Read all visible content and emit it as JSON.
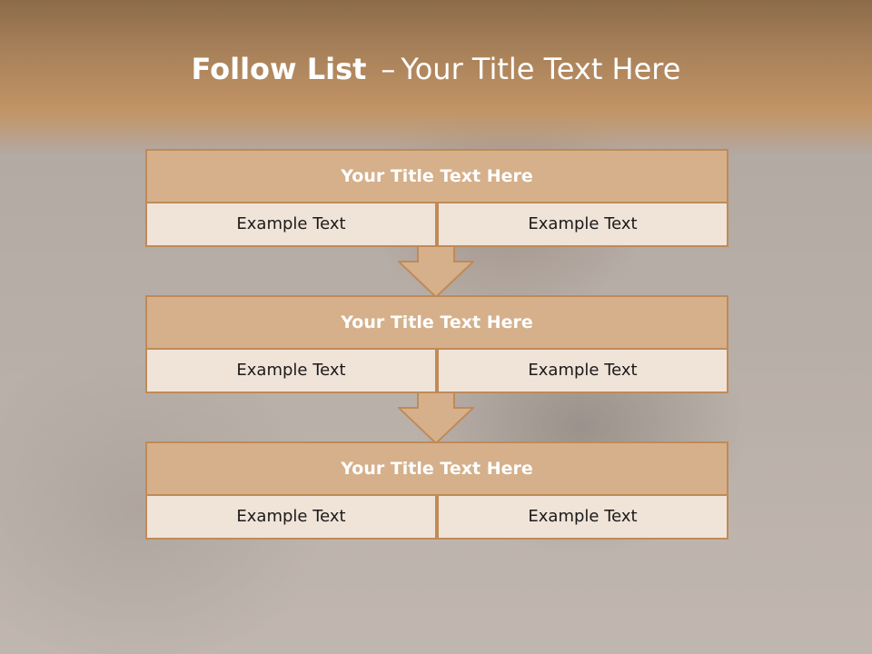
{
  "slide": {
    "title_bold": "Follow List",
    "title_separator": "–",
    "title_rest": "Your Title Text Here"
  },
  "blocks": [
    {
      "title": "Your Title Text Here",
      "left": "Example Text",
      "right": "Example Text"
    },
    {
      "title": "Your Title Text Here",
      "left": "Example Text",
      "right": "Example Text"
    },
    {
      "title": "Your Title Text Here",
      "left": "Example Text",
      "right": "Example Text"
    }
  ],
  "colors": {
    "header_band": "#c29466",
    "block_title_fill": "#d5b08b",
    "block_border": "#c08a57",
    "cell_fill": "#f0e3d8",
    "arrow_fill": "#d5b08b"
  }
}
